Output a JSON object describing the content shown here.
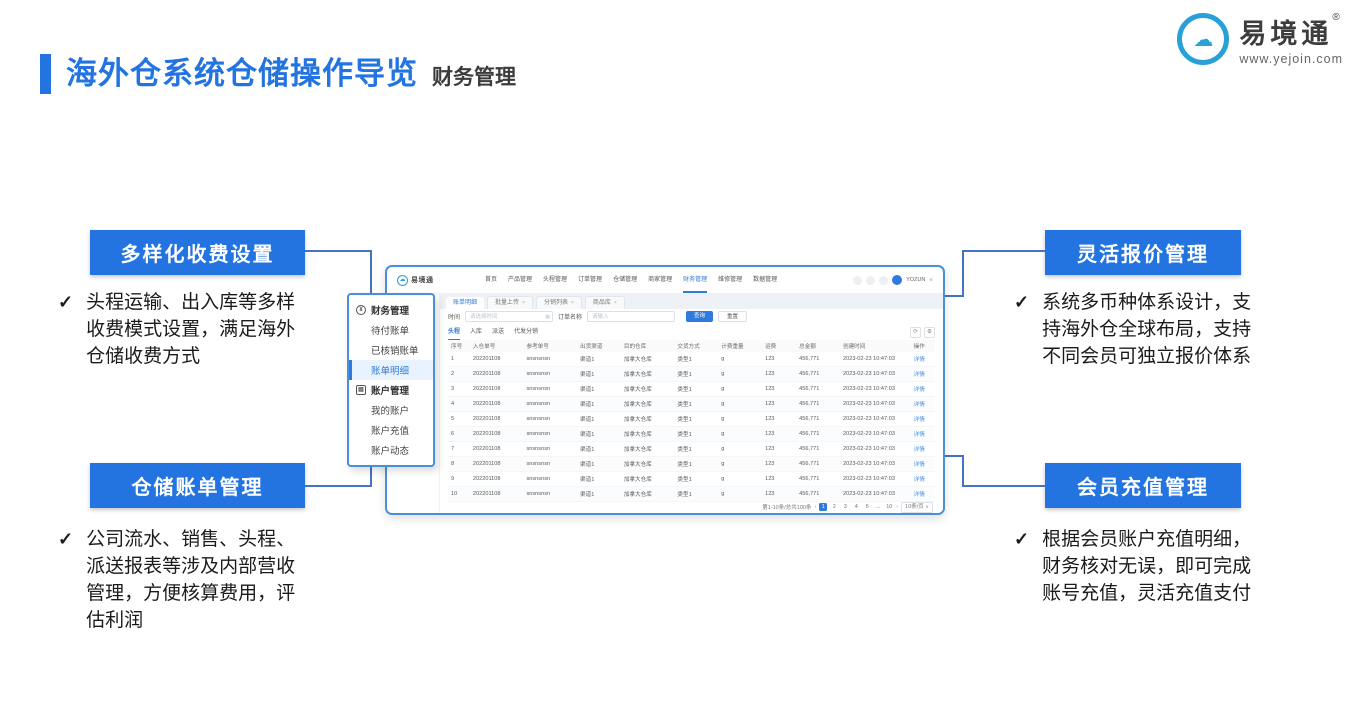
{
  "page": {
    "title": "海外仓系统仓储操作导览",
    "subtitle": "财务管理"
  },
  "brand": {
    "name": "易境通",
    "reg": "®",
    "url": "www.yejoin.com"
  },
  "icons": {
    "cloud": "☁",
    "check": "✓",
    "close": "×",
    "caret": "∨",
    "calendar": "▦",
    "refresh": "⟳",
    "gear": "⚙",
    "prev": "‹",
    "next": "›",
    "finance": "¥",
    "account": "▤"
  },
  "colors": {
    "accent_blue": "#2374e1",
    "connector_blue": "#4472c4",
    "frame_border": "#4a90d9",
    "app_active": "#2f7bdd",
    "link": "#4a90e2"
  },
  "callouts": {
    "top_left": {
      "title": "多样化收费设置",
      "text": "头程运输、出入库等多样收费模式设置，满足海外仓储收费方式"
    },
    "bottom_left": {
      "title": "仓储账单管理",
      "text": "公司流水、销售、头程、派送报表等涉及内部营收管理，方便核算费用，评估利润"
    },
    "top_right": {
      "title": "灵活报价管理",
      "text": "系统多币种体系设计，支持海外仓全球布局，支持不同会员可独立报价体系"
    },
    "bottom_right": {
      "title": "会员充值管理",
      "text": "根据会员账户充值明细，财务核对无误，即可完成账号充值，灵活充值支付"
    }
  },
  "app": {
    "logo": "易境通",
    "nav": [
      "首页",
      "产品管理",
      "头程管理",
      "订单管理",
      "仓储管理",
      "商家管理",
      "财务管理",
      "维修管理",
      "数据管理"
    ],
    "nav_active_index": 6,
    "user": "YOZUN",
    "sidebar": {
      "active": "账单明细",
      "sections": [
        {
          "label": "财务管理",
          "items": [
            "待付账单",
            "已核销账单",
            "账单明细"
          ]
        },
        {
          "label": "账户管理",
          "items": [
            "我的账户",
            "账户充值",
            "账户动态"
          ]
        }
      ]
    },
    "tabs": [
      {
        "label": "账单明细",
        "active": true
      },
      {
        "label": "批量上传",
        "active": false
      },
      {
        "label": "分销列表",
        "active": false
      },
      {
        "label": "商品库",
        "active": false
      }
    ],
    "filters": {
      "time_label": "时间",
      "time_placeholder": "请选择时间",
      "order_label": "订单名称",
      "order_placeholder": "请输入",
      "search": "查询",
      "reset": "重置"
    },
    "subtabs": [
      "头程",
      "入库",
      "派送",
      "代发分销"
    ],
    "subtab_active_index": 0,
    "table": {
      "headers": [
        "序号",
        "入仓单号",
        "参考单号",
        "出货渠道",
        "目的仓库",
        "交货方式",
        "计费重量",
        "运费",
        "总金额",
        "创建时间",
        "操作"
      ],
      "rows": [
        [
          "1",
          "202201108",
          "snsnsnsn",
          "渠道1",
          "加拿大仓库",
          "类型1",
          "g",
          "123",
          "456,771",
          "2023-02-23 10:47:03",
          "详情"
        ],
        [
          "2",
          "202201108",
          "snsnsnsn",
          "渠道1",
          "加拿大仓库",
          "类型1",
          "g",
          "123",
          "456,771",
          "2023-02-23 10:47:03",
          "详情"
        ],
        [
          "3",
          "202201108",
          "snsnsnsn",
          "渠道1",
          "加拿大仓库",
          "类型1",
          "g",
          "123",
          "456,771",
          "2023-02-23 10:47:03",
          "详情"
        ],
        [
          "4",
          "202201108",
          "snsnsnsn",
          "渠道1",
          "加拿大仓库",
          "类型1",
          "g",
          "123",
          "456,771",
          "2023-02-23 10:47:03",
          "详情"
        ],
        [
          "5",
          "202201108",
          "snsnsnsn",
          "渠道1",
          "加拿大仓库",
          "类型1",
          "g",
          "123",
          "456,771",
          "2023-02-23 10:47:03",
          "详情"
        ],
        [
          "6",
          "202201108",
          "snsnsnsn",
          "渠道1",
          "加拿大仓库",
          "类型1",
          "g",
          "123",
          "456,771",
          "2023-02-23 10:47:03",
          "详情"
        ],
        [
          "7",
          "202201108",
          "snsnsnsn",
          "渠道1",
          "加拿大仓库",
          "类型1",
          "g",
          "123",
          "456,771",
          "2023-02-23 10:47:03",
          "详情"
        ],
        [
          "8",
          "202201108",
          "snsnsnsn",
          "渠道1",
          "加拿大仓库",
          "类型1",
          "g",
          "123",
          "456,771",
          "2023-02-23 10:47:03",
          "详情"
        ],
        [
          "9",
          "202201108",
          "snsnsnsn",
          "渠道1",
          "加拿大仓库",
          "类型1",
          "g",
          "123",
          "456,771",
          "2023-02-23 10:47:03",
          "详情"
        ],
        [
          "10",
          "202201108",
          "snsnsnsn",
          "渠道1",
          "加拿大仓库",
          "类型1",
          "g",
          "123",
          "456,771",
          "2023-02-23 10:47:03",
          "详情"
        ]
      ]
    },
    "pagination": {
      "summary": "第1-10条/总共100条",
      "pages": [
        "1",
        "2",
        "3",
        "4",
        "5",
        "...",
        "10"
      ],
      "active_page": "1",
      "per_page": "10条/页"
    }
  }
}
